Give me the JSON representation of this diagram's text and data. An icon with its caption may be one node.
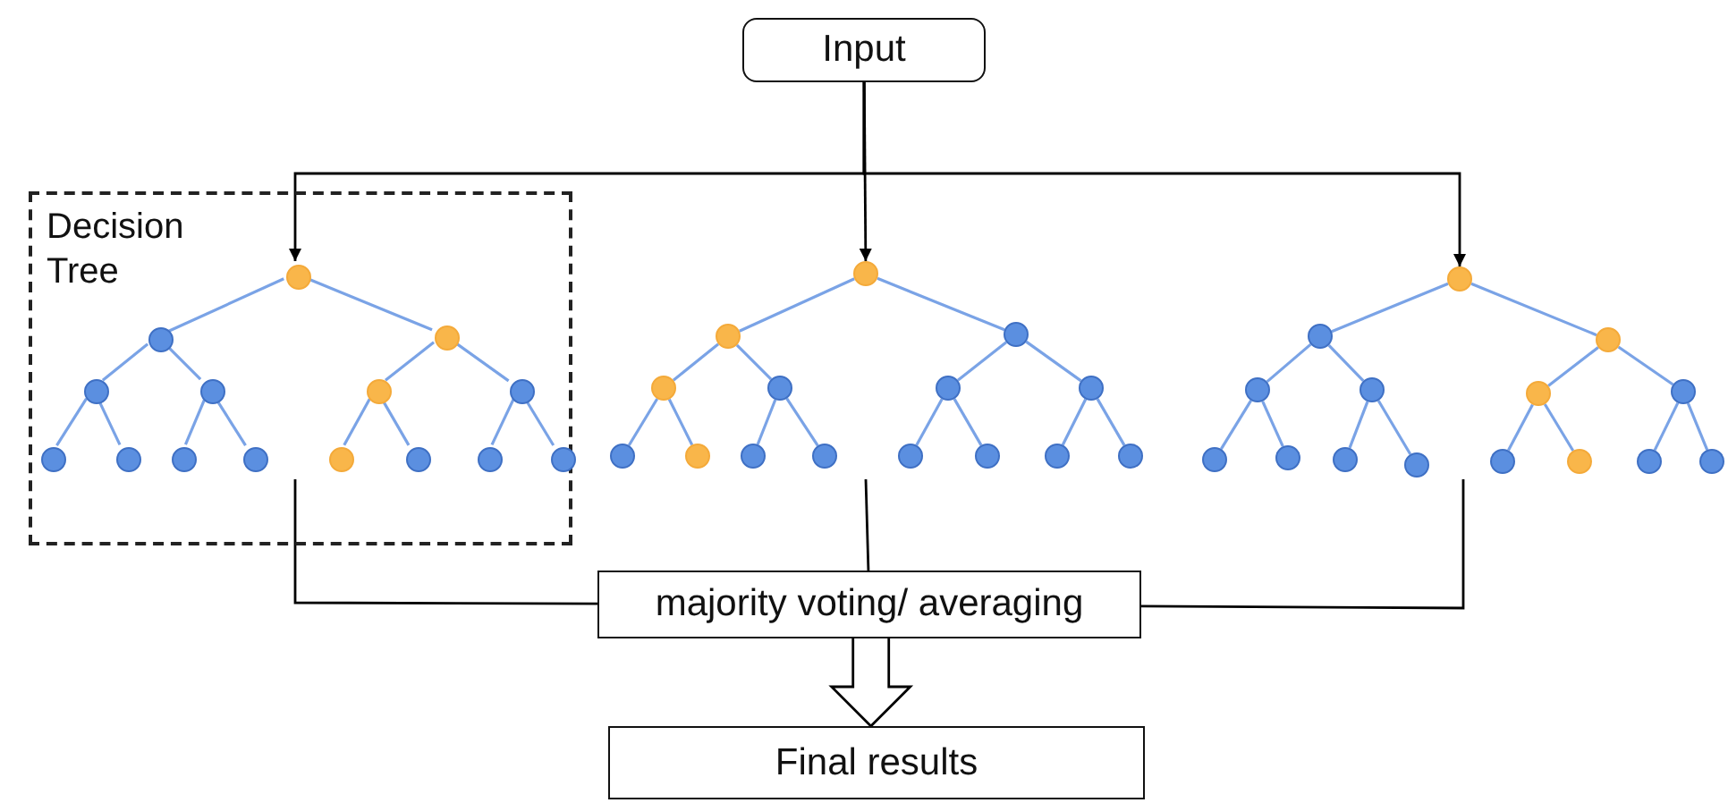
{
  "diagram": {
    "nodes": [
      {
        "text": [
          "Input"
        ]
      },
      {
        "text": [
          "Decision Tree"
        ]
      },
      {
        "text": [],
        "shape": "circle",
        "in": 1
      },
      {
        "text": [],
        "shape": "circle",
        "in": 1
      },
      {
        "text": [],
        "shape": "circle",
        "in": 1
      },
      {
        "text": [],
        "shape": "circle",
        "in": 1
      },
      {
        "text": [],
        "shape": "circle",
        "in": 1
      },
      {
        "text": [],
        "shape": "circle",
        "in": 1
      },
      {
        "text": [],
        "shape": "circle",
        "in": 1
      },
      {
        "text": [],
        "shape": "circle",
        "in": 1
      },
      {
        "text": [],
        "shape": "circle",
        "in": 1
      },
      {
        "text": [],
        "shape": "circle",
        "in": 1
      },
      {
        "text": [],
        "shape": "circle",
        "in": 1
      },
      {
        "text": [],
        "shape": "circle",
        "in": 1
      },
      {
        "text": [],
        "shape": "circle",
        "in": 1
      },
      {
        "text": [],
        "shape": "circle",
        "in": 1
      },
      {
        "text": [],
        "shape": "circle",
        "in": 1
      },
      {
        "text": [],
        "shape": "circle"
      },
      {
        "text": [],
        "shape": "circle"
      },
      {
        "text": [],
        "shape": "circle"
      },
      {
        "text": [],
        "shape": "circle"
      },
      {
        "text": [],
        "shape": "circle"
      },
      {
        "text": [],
        "shape": "circle"
      },
      {
        "text": [],
        "shape": "circle"
      },
      {
        "text": [],
        "shape": "circle"
      },
      {
        "text": [],
        "shape": "circle"
      },
      {
        "text": [],
        "shape": "circle"
      },
      {
        "text": [],
        "shape": "circle"
      },
      {
        "text": [],
        "shape": "circle"
      },
      {
        "text": [],
        "shape": "circle"
      },
      {
        "text": [],
        "shape": "circle"
      },
      {
        "text": [],
        "shape": "circle"
      },
      {
        "text": [],
        "shape": "circle"
      },
      {
        "text": [],
        "shape": "circle"
      },
      {
        "text": [],
        "shape": "circle"
      },
      {
        "text": [],
        "shape": "circle"
      },
      {
        "text": [],
        "shape": "circle"
      },
      {
        "text": [],
        "shape": "circle"
      },
      {
        "text": [],
        "shape": "circle"
      },
      {
        "text": [],
        "shape": "circle"
      },
      {
        "text": [],
        "shape": "circle"
      },
      {
        "text": [],
        "shape": "circle"
      },
      {
        "text": [],
        "shape": "circle"
      },
      {
        "text": [],
        "shape": "circle"
      },
      {
        "text": [],
        "shape": "circle"
      },
      {
        "text": [],
        "shape": "circle"
      },
      {
        "text": [],
        "shape": "circle"
      },
      {
        "text": [
          "majority voting/ averaging"
        ]
      },
      {
        "text": [
          "Final results"
        ]
      }
    ],
    "edges": [
      {
        "from": 0,
        "to": 2,
        "arrow": "to",
        "color": "#000000"
      },
      {
        "from": 0,
        "to": 17,
        "arrow": "to",
        "color": "#000000"
      },
      {
        "from": 0,
        "to": 32,
        "arrow": "to",
        "color": "#000000"
      },
      {
        "from": 2,
        "to": 3,
        "arrow": "none"
      },
      {
        "from": 2,
        "to": 4,
        "arrow": "none"
      },
      {
        "from": 3,
        "to": 5,
        "arrow": "none"
      },
      {
        "from": 3,
        "to": 6,
        "arrow": "none"
      },
      {
        "from": 4,
        "to": 7,
        "arrow": "none"
      },
      {
        "from": 4,
        "to": 8,
        "arrow": "none"
      },
      {
        "from": 5,
        "to": 9,
        "arrow": "none"
      },
      {
        "from": 5,
        "to": 10,
        "arrow": "none"
      },
      {
        "from": 6,
        "to": 11,
        "arrow": "none"
      },
      {
        "from": 6,
        "to": 12,
        "arrow": "none"
      },
      {
        "from": 7,
        "to": 13,
        "arrow": "none"
      },
      {
        "from": 7,
        "to": 14,
        "arrow": "none"
      },
      {
        "from": 8,
        "to": 15,
        "arrow": "none"
      },
      {
        "from": 8,
        "to": 16,
        "arrow": "none"
      },
      {
        "from": 17,
        "to": 18,
        "arrow": "none"
      },
      {
        "from": 17,
        "to": 19,
        "arrow": "none"
      },
      {
        "from": 18,
        "to": 20,
        "arrow": "none"
      },
      {
        "from": 18,
        "to": 21,
        "arrow": "none"
      },
      {
        "from": 19,
        "to": 22,
        "arrow": "none"
      },
      {
        "from": 19,
        "to": 23,
        "arrow": "none"
      },
      {
        "from": 20,
        "to": 24,
        "arrow": "none"
      },
      {
        "from": 20,
        "to": 25,
        "arrow": "none"
      },
      {
        "from": 21,
        "to": 26,
        "arrow": "none"
      },
      {
        "from": 21,
        "to": 27,
        "arrow": "none"
      },
      {
        "from": 22,
        "to": 28,
        "arrow": "none"
      },
      {
        "from": 22,
        "to": 29,
        "arrow": "none"
      },
      {
        "from": 23,
        "to": 30,
        "arrow": "none"
      },
      {
        "from": 23,
        "to": 31,
        "arrow": "none"
      },
      {
        "from": 32,
        "to": 33,
        "arrow": "none"
      },
      {
        "from": 32,
        "to": 34,
        "arrow": "none"
      },
      {
        "from": 33,
        "to": 35,
        "arrow": "none"
      },
      {
        "from": 33,
        "to": 36,
        "arrow": "none"
      },
      {
        "from": 34,
        "to": 37,
        "arrow": "none"
      },
      {
        "from": 34,
        "to": 38,
        "arrow": "none"
      },
      {
        "from": 35,
        "to": 39,
        "arrow": "none"
      },
      {
        "from": 35,
        "to": 40,
        "arrow": "none"
      },
      {
        "from": 36,
        "to": 41,
        "arrow": "none"
      },
      {
        "from": 36,
        "to": 42,
        "arrow": "none"
      },
      {
        "from": 37,
        "to": 43,
        "arrow": "none"
      },
      {
        "from": 37,
        "to": 44,
        "arrow": "none"
      },
      {
        "from": 38,
        "to": 45,
        "arrow": "none"
      },
      {
        "from": 38,
        "to": 46,
        "arrow": "none"
      },
      {
        "from": null,
        "to": 47,
        "arrow": "none",
        "color": "#000000"
      },
      {
        "from": null,
        "to": 47,
        "arrow": "none",
        "color": "#000000"
      },
      {
        "from": null,
        "to": 47,
        "arrow": "none",
        "color": "#000000"
      },
      {
        "from": 47,
        "to": 48,
        "arrow": "to",
        "style": "thick",
        "color": "#000000"
      }
    ]
  }
}
